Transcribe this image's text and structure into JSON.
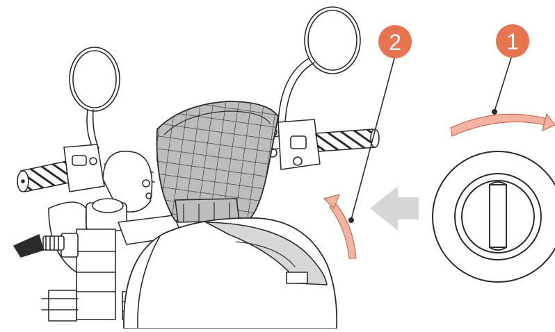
{
  "steps": [
    {
      "number": "1",
      "description": ""
    },
    {
      "number": "2",
      "description": ""
    }
  ],
  "colors": {
    "accent": "#e8734f",
    "arc_fill": "#f3b3a1",
    "arc_stroke": "#c9573a",
    "line": "#2b2b2b",
    "panel_gray": "#bdbdbd",
    "arrow_gray": "#d6d6d6"
  },
  "icons": {
    "direction_arrow": "left-arrow",
    "lock": "ignition-lock"
  }
}
